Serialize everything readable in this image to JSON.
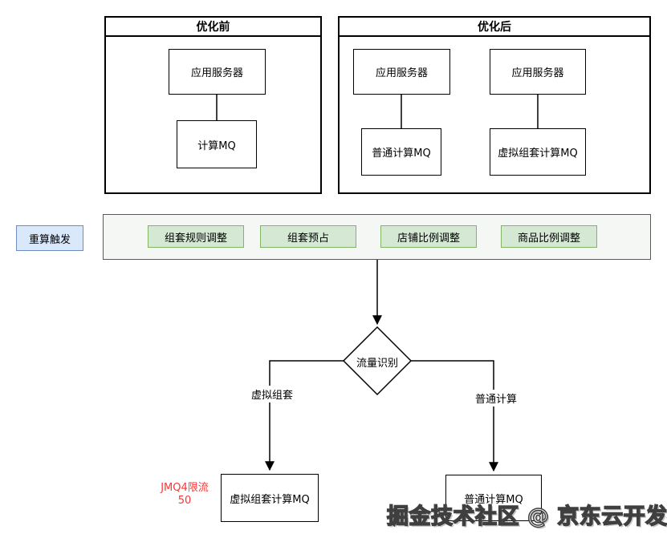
{
  "panels": {
    "before": {
      "title": "优化前",
      "app_server": "应用服务器",
      "calc_mq": "计算MQ"
    },
    "after": {
      "title": "优化后",
      "app_server_left": "应用服务器",
      "app_server_right": "应用服务器",
      "normal_mq": "普通计算MQ",
      "virtual_mq": "虚拟组套计算MQ"
    }
  },
  "trigger": {
    "label": "重算触发"
  },
  "events": {
    "labels": [
      "组套规则调整",
      "组套预占",
      "店铺比例调整",
      "商品比例调整"
    ]
  },
  "decision": {
    "label": "流量识别"
  },
  "branches": {
    "left_label": "虚拟组套",
    "right_label": "普通计算"
  },
  "sinks": {
    "virtual_mq": "虚拟组套计算MQ",
    "normal_mq": "普通计算MQ"
  },
  "annotation": {
    "line1": "JMQ4限流",
    "line2": "50"
  },
  "watermark": {
    "text": "掘金技术社区 @ 京东云开发者"
  },
  "colors": {
    "trigger_fill": "#dae8fc",
    "trigger_border": "#6c8ebf",
    "event_fill": "#d5e8d4",
    "event_border": "#82b366",
    "events_bar_fill": "#f5f7f5",
    "events_bar_border": "#595959",
    "annotation_text": "#ff3333",
    "line": "#000000"
  }
}
